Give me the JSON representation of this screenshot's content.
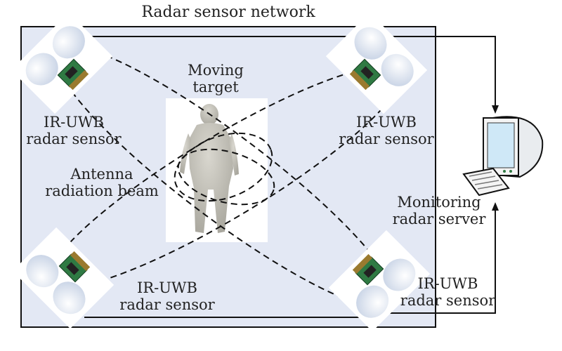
{
  "title": "Radar sensor network",
  "labels": {
    "moving_target": [
      "Moving",
      "target"
    ],
    "sensor_tl": [
      "IR-UWB",
      "radar sensor"
    ],
    "sensor_tr": [
      "IR-UWB",
      "radar sensor"
    ],
    "sensor_bl": [
      "IR-UWB",
      "radar sensor"
    ],
    "sensor_br": [
      "IR-UWB",
      "radar sensor"
    ],
    "beam": [
      "Antenna",
      "radiation beam"
    ],
    "server": [
      "Monitoring",
      "radar server"
    ]
  },
  "colors": {
    "region_fill": "#e3e8f4",
    "outline": "#111111",
    "target_bg": "#ffffff",
    "figure": "#bdbbb2",
    "sensor_board": "#2f7a43",
    "sensor_tile": "#ffffff",
    "monitor_screen": "#cfe8f7"
  },
  "icons": [
    "radar-sensor-icon",
    "human-figure-icon",
    "computer-monitor-icon",
    "keyboard-icon"
  ]
}
